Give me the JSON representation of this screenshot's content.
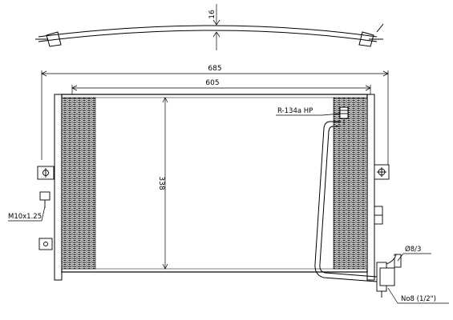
{
  "dimensions": {
    "overall_width": "685",
    "core_width": "605",
    "core_height": "338",
    "thickness": "16"
  },
  "labels": {
    "refrigerant": "R-134a  HP",
    "thread": "M10x1.25",
    "pipe_diameter": "Ø8/3",
    "fitting": "No8 (1/2\")"
  },
  "icons": [
    "valve-icon",
    "bracket-icon",
    "fitting-icon"
  ]
}
